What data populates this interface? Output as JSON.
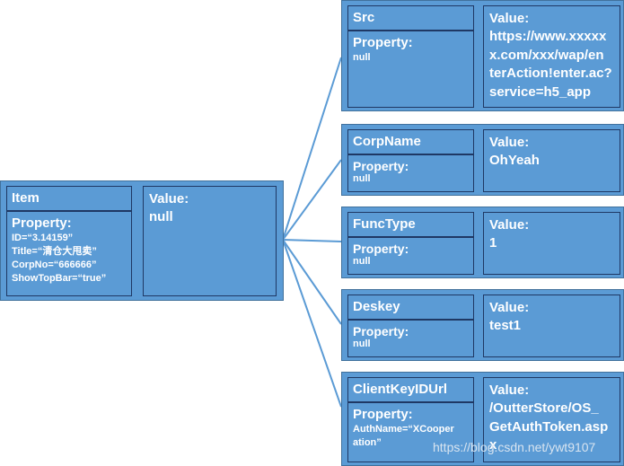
{
  "item": {
    "name": "Item",
    "property_label": "Property:",
    "property_lines": [
      "ID=“3.14159”",
      "Title=“清仓大甩卖”",
      "CorpNo=“666666”",
      "ShowTopBar=“true”"
    ],
    "value_label": "Value:",
    "value_lines": [
      "null"
    ]
  },
  "children": [
    {
      "name": "Src",
      "property_label": "Property:",
      "property_lines": [
        "null"
      ],
      "value_label": "Value:",
      "value_lines": [
        "https://www.xxxxx",
        "x.com/xxx/wap/en",
        "terAction!enter.ac?",
        "service=h5_app"
      ]
    },
    {
      "name": "CorpName",
      "property_label": "Property:",
      "property_lines": [
        "null"
      ],
      "value_label": "Value:",
      "value_lines": [
        "OhYeah"
      ]
    },
    {
      "name": "FuncType",
      "property_label": "Property:",
      "property_lines": [
        "null"
      ],
      "value_label": "Value:",
      "value_lines": [
        "1"
      ]
    },
    {
      "name": "Deskey",
      "property_label": "Property:",
      "property_lines": [
        "null"
      ],
      "value_label": "Value:",
      "value_lines": [
        "test1"
      ]
    },
    {
      "name": "ClientKeyIDUrl",
      "property_label": "Property:",
      "property_lines": [
        "AuthName=“XCooper",
        "ation”"
      ],
      "value_label": "Value:",
      "value_lines": [
        "/OutterStore/OS_",
        "GetAuthToken.asp",
        "x"
      ]
    }
  ],
  "watermark": "https://blog.csdn.net/ywt9107",
  "colors": {
    "fill": "#5b9bd5",
    "border": "#1f3864",
    "text": "#ffffff",
    "line": "#5b9bd5"
  }
}
